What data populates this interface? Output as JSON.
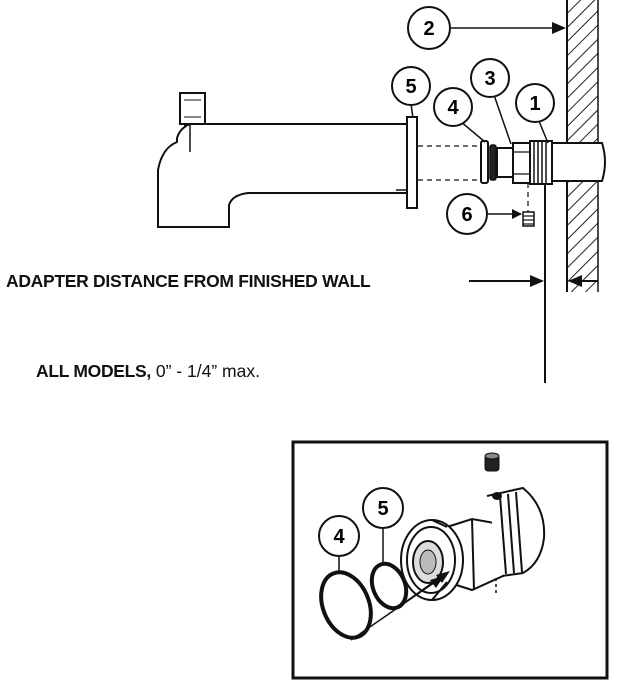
{
  "heading": "ADAPTER DISTANCE FROM FINISHED WALL",
  "models_label": "ALL MODELS,",
  "models_value": "0” - 1/4” max.",
  "callouts": {
    "wall": "2",
    "pipe": "1",
    "adapter": "3",
    "oring_small": "4",
    "oring_large": "5",
    "set_screw": "6",
    "detail_oring_large": "4",
    "detail_oring_small": "5"
  }
}
